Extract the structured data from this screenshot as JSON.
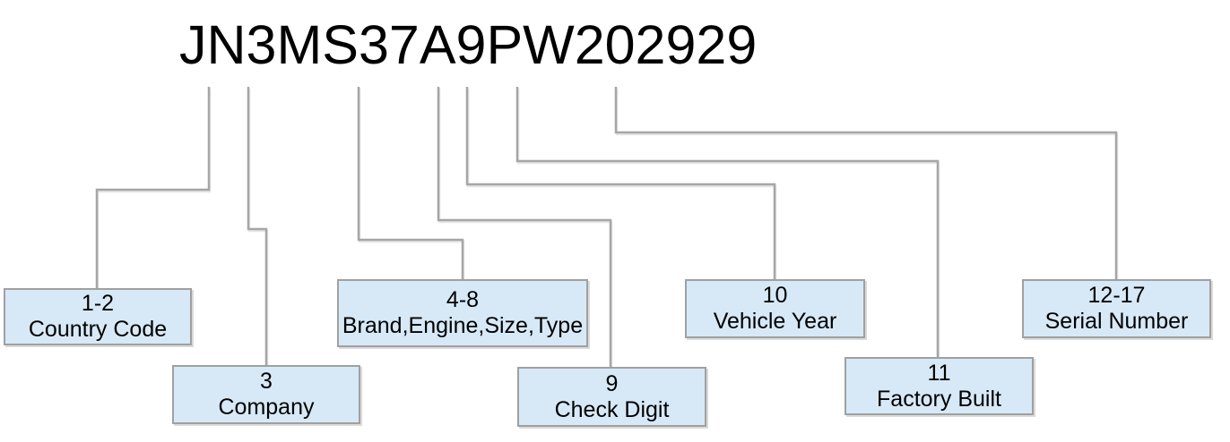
{
  "vin": "JN3MS37A9PW202929",
  "boxes": [
    {
      "range": "1-2",
      "label": "Country Code"
    },
    {
      "range": "3",
      "label": "Company"
    },
    {
      "range": "4-8",
      "label": "Brand,Engine,Size,Type"
    },
    {
      "range": "9",
      "label": "Check Digit"
    },
    {
      "range": "10",
      "label": "Vehicle Year"
    },
    {
      "range": "11",
      "label": "Factory Built"
    },
    {
      "range": "12-17",
      "label": "Serial Number"
    }
  ],
  "colors": {
    "background": "#ffffff",
    "box_fill": "#d7e9f7",
    "box_border": "#a0a0a0",
    "connector": "#a6a6a6",
    "text": "#000000"
  }
}
